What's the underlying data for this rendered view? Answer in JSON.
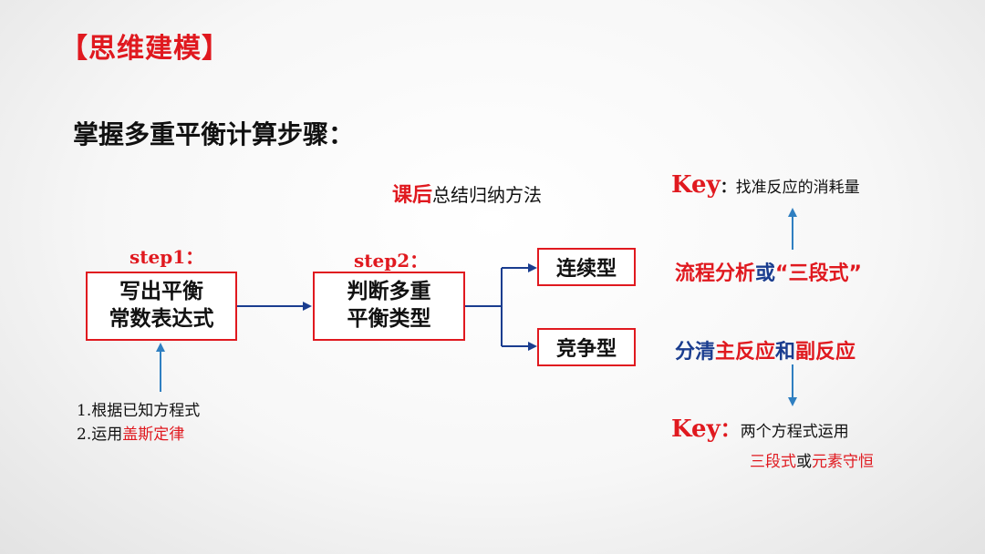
{
  "title": "【思维建模】",
  "subtitle": "掌握多重平衡计算步骤：",
  "summary_note": {
    "part1": "课后",
    "part2": "总结归纳方法"
  },
  "step1": {
    "label": "step1：",
    "box_line1": "写出平衡",
    "box_line2": "常数表达式"
  },
  "step2": {
    "label": "step2：",
    "box_line1": "判断多重",
    "box_line2": "平衡类型"
  },
  "type_consecutive": "连续型",
  "type_competitive": "竞争型",
  "methods": [
    {
      "text": "1.根据已知方程式"
    },
    {
      "prefix": "2.运用",
      "highlight": "盖斯定律"
    }
  ],
  "top_key": {
    "key": "Key",
    "colon": "：",
    "text": "找准反应的消耗量"
  },
  "consecutive_method": {
    "part1": "流程分析",
    "part2": "或",
    "part3": "“三段式”"
  },
  "competitive_method": {
    "p1": "分清",
    "p2": "主反应",
    "p3": "和",
    "p4": "副反应"
  },
  "bottom_key": {
    "key": "Key",
    "colon": "：",
    "text": "两个方程式运用",
    "line2_a": "三段式",
    "line2_b": "或",
    "line2_c": "元素守恒"
  },
  "colors": {
    "accent_red": "#e0191f",
    "connector_blue": "#1a3d8f",
    "arrow_light_blue": "#2f7fc1"
  }
}
